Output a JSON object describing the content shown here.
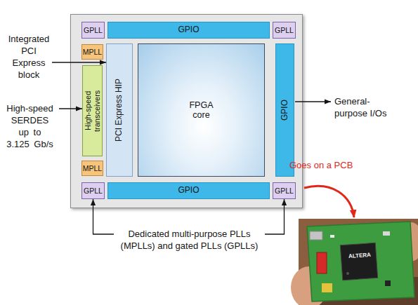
{
  "diagram": {
    "nodes": [
      {
        "text": []
      },
      {
        "text": [
          "GPLL"
        ],
        "in": 0
      },
      {
        "text": [
          "GPIO"
        ],
        "in": 0
      },
      {
        "text": [
          "GPLL"
        ],
        "in": 0
      },
      {
        "text": [
          "MPLL"
        ],
        "in": 0
      },
      {
        "text": [
          "High-speed transceivers"
        ],
        "in": 0
      },
      {
        "text": [
          "PCI Express HIP"
        ],
        "in": 0
      },
      {
        "text": [
          "FPGA core"
        ],
        "in": 0
      },
      {
        "text": [
          "GPIO"
        ],
        "in": 0
      },
      {
        "text": [
          "MPLL"
        ],
        "in": 0
      },
      {
        "text": [
          "GPLL"
        ],
        "in": 0
      },
      {
        "text": [
          "GPIO"
        ],
        "in": 0
      },
      {
        "text": [
          "GPLL"
        ],
        "in": 0
      }
    ],
    "edges": [
      {
        "from": 10,
        "to": 12,
        "arrow": "both",
        "label": "Dedicated multi-purpose PLLs (MPLLs) and gated PLLs (GPLLs)"
      }
    ],
    "labels": [
      "Integrated PCI Express block",
      "High-speed SERDES up to 3.125 Gb/s",
      "General-purpose I/Os",
      "Goes on a PCB",
      "ALTERA"
    ]
  }
}
